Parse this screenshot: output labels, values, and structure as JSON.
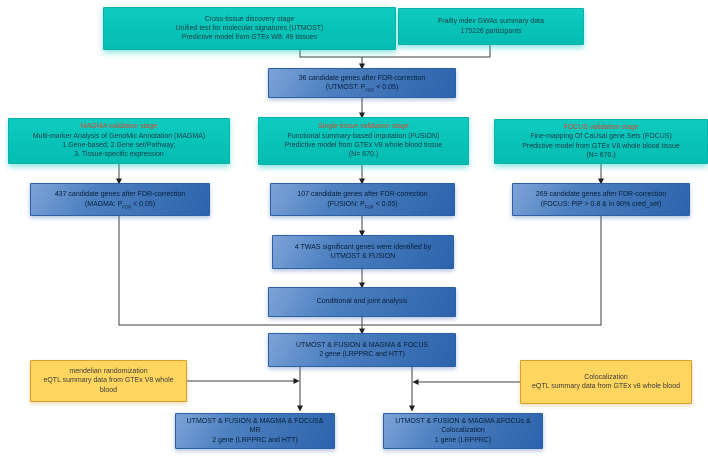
{
  "colors": {
    "teal_fill": "#06c3b7",
    "blue_fill": "#3a70b5",
    "yellow_fill": "#fcd462",
    "stage_title_red": "#cf4b33",
    "connector": "#3f3f3f",
    "background": "#ffffff"
  },
  "nodes": {
    "discovery": {
      "l1": "Cross-tissue discovery stage",
      "l2": "Unified test for molecular signatures (UTMOST)",
      "l3": "Predictive model from GTEx W8: 49 tissues"
    },
    "gwas": {
      "l1": "Frailty index GWAs summary data",
      "l2": "175226 participants"
    },
    "utmost36": {
      "l1": "36 candidate genes after FDR-correction",
      "l2_pre": "(UTMOST: P",
      "l2_sub": "FDR",
      "l2_post": " < 0.05)"
    },
    "magma_stage": {
      "title": "MAGMA validation stage",
      "l1": "Multi-marker Analysis of GenoMic Annotation (MAGMA)",
      "l2": "1.Gene-based; 2.Gene set/Pathway;",
      "l3": "3. Tissue-specific expression"
    },
    "fusion_stage": {
      "title": "Single-tissue validation stage",
      "l1": "Functional summary-based imputation (FUSION)",
      "l2": "Predictive model from GTEx V8 whole blood tissue",
      "l3": "(N= 670.)"
    },
    "focus_stage": {
      "title": "FOCUS validation stage",
      "l1": "Fine-mapping Of CaUsal gene Sets (FOCUS)",
      "l2": "Predictive model from GTEx V8 whole blood tissue",
      "l3": "(N= 670.)"
    },
    "magma437": {
      "l1": "437 candidate genes after FDR-correction",
      "l2_pre": "(MAGMA: P",
      "l2_sub": "FDR",
      "l2_post": " < 0.05)"
    },
    "fusion107": {
      "l1": "107 candidate genes after FDR-correction",
      "l2_pre": "(FUSION: P",
      "l2_sub": "FDR",
      "l2_post": " < 0.05)"
    },
    "focus269": {
      "l1": "269 candidate genes after FDR-correction",
      "l2": "(FOCUS: PIP > 0.8 & in 90% cred_set)"
    },
    "twas4": {
      "l1": "4 TWAS significant genes were identified by",
      "l2": "UTMOST & FUSION"
    },
    "conditional": {
      "l1": "Conditional and joint analysis"
    },
    "combo": {
      "l1": "UTMOST & FUSION & MAGMA & FOCUS",
      "l2": "2 gene (LRPPRC and HTT)"
    },
    "mr_note": {
      "l1": "mendelian randomization",
      "l2": "eQTL summary data from GTEx V8 whole",
      "l3": "blood"
    },
    "coloc_note": {
      "l1": "Colocalization",
      "l2": "eQTL summary data from GTEx v8 whole blood"
    },
    "mr_final": {
      "l1": "UTMOST & FUSION & MAGMA & FOCUS&",
      "l2": "MR",
      "l3": "2 gene (LRPPRC and HTT)"
    },
    "coloc_final": {
      "l1": "UTMOST & FUSION & MAGMA &FOCUs &",
      "l2": "Colocalization",
      "l3": "1 gene (LRPPRC)"
    }
  }
}
